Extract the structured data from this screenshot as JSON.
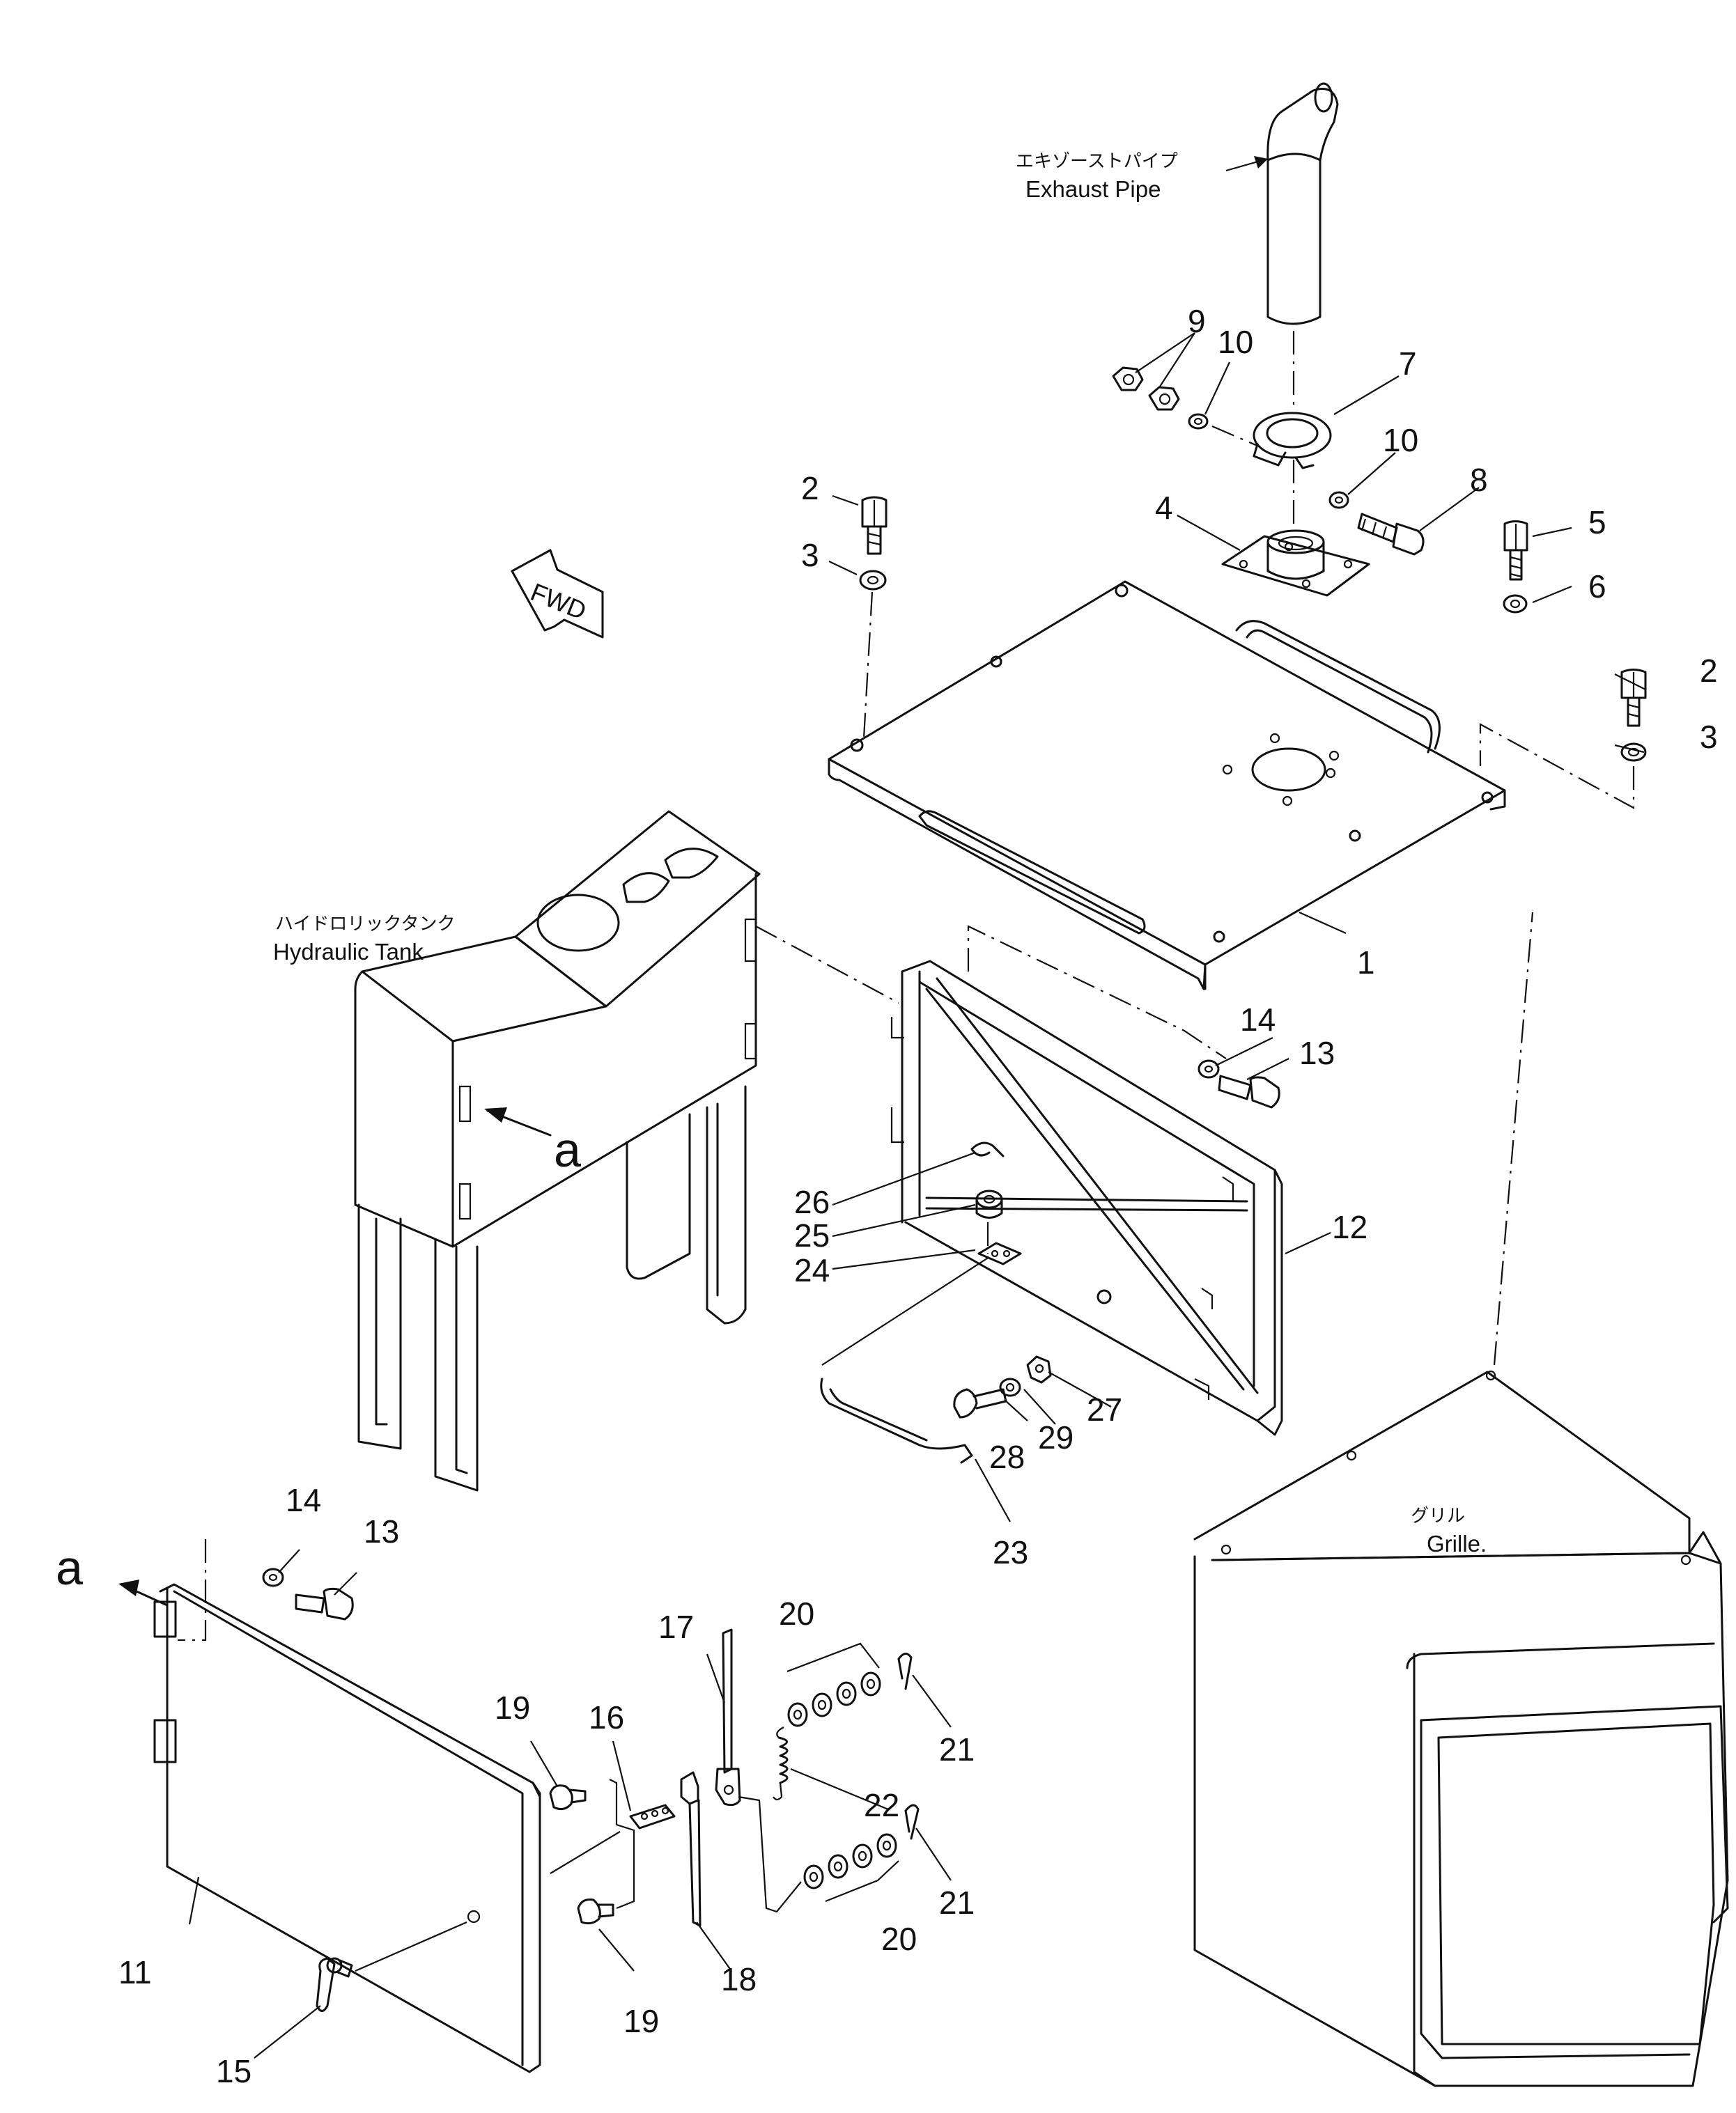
{
  "labels": {
    "exhaust_pipe_jp": "エキゾーストパイプ",
    "exhaust_pipe_en": "Exhaust Pipe",
    "hydraulic_tank_jp": "ハイドロリックタンク",
    "hydraulic_tank_en": "Hydraulic Tank",
    "grille_jp": "グリル",
    "grille_en": "Grille.",
    "fwd": "FWD",
    "view_a1": "a",
    "view_a2": "a"
  },
  "part_numbers": [
    {
      "id": "p1",
      "text": "1"
    },
    {
      "id": "p2a",
      "text": "2"
    },
    {
      "id": "p2b",
      "text": "2"
    },
    {
      "id": "p3a",
      "text": "3"
    },
    {
      "id": "p3b",
      "text": "3"
    },
    {
      "id": "p4",
      "text": "4"
    },
    {
      "id": "p5",
      "text": "5"
    },
    {
      "id": "p6",
      "text": "6"
    },
    {
      "id": "p7",
      "text": "7"
    },
    {
      "id": "p8",
      "text": "8"
    },
    {
      "id": "p9",
      "text": "9"
    },
    {
      "id": "p10a",
      "text": "10"
    },
    {
      "id": "p10b",
      "text": "10"
    },
    {
      "id": "p11",
      "text": "11"
    },
    {
      "id": "p12",
      "text": "12"
    },
    {
      "id": "p13a",
      "text": "13"
    },
    {
      "id": "p13b",
      "text": "13"
    },
    {
      "id": "p14a",
      "text": "14"
    },
    {
      "id": "p14b",
      "text": "14"
    },
    {
      "id": "p15",
      "text": "15"
    },
    {
      "id": "p16",
      "text": "16"
    },
    {
      "id": "p17",
      "text": "17"
    },
    {
      "id": "p18",
      "text": "18"
    },
    {
      "id": "p19a",
      "text": "19"
    },
    {
      "id": "p19b",
      "text": "19"
    },
    {
      "id": "p20a",
      "text": "20"
    },
    {
      "id": "p20b",
      "text": "20"
    },
    {
      "id": "p21a",
      "text": "21"
    },
    {
      "id": "p21b",
      "text": "21"
    },
    {
      "id": "p22",
      "text": "22"
    },
    {
      "id": "p23",
      "text": "23"
    },
    {
      "id": "p24",
      "text": "24"
    },
    {
      "id": "p25",
      "text": "25"
    },
    {
      "id": "p26",
      "text": "26"
    },
    {
      "id": "p27",
      "text": "27"
    },
    {
      "id": "p28",
      "text": "28"
    },
    {
      "id": "p29",
      "text": "29"
    }
  ]
}
